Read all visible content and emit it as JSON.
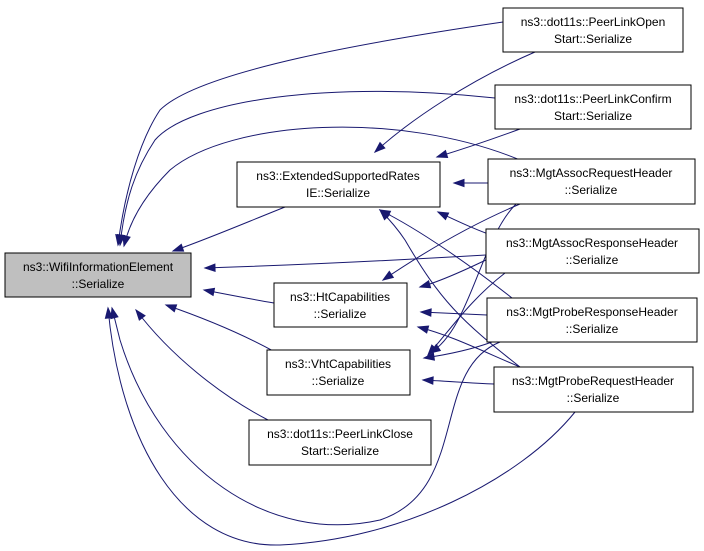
{
  "nodes": [
    {
      "id": "wie",
      "lines": [
        "ns3::WifiInformationElement",
        "::Serialize"
      ],
      "highlight": true
    },
    {
      "id": "esr",
      "lines": [
        "ns3::ExtendedSupportedRates",
        "IE::Serialize"
      ]
    },
    {
      "id": "htc",
      "lines": [
        "ns3::HtCapabilities",
        "::Serialize"
      ]
    },
    {
      "id": "vhtc",
      "lines": [
        "ns3::VhtCapabilities",
        "::Serialize"
      ]
    },
    {
      "id": "plc",
      "lines": [
        "ns3::dot11s::PeerLinkClose",
        "Start::Serialize"
      ]
    },
    {
      "id": "plo",
      "lines": [
        "ns3::dot11s::PeerLinkOpen",
        "Start::Serialize"
      ]
    },
    {
      "id": "plcf",
      "lines": [
        "ns3::dot11s::PeerLinkConfirm",
        "Start::Serialize"
      ]
    },
    {
      "id": "marq",
      "lines": [
        "ns3::MgtAssocRequestHeader",
        "::Serialize"
      ]
    },
    {
      "id": "mars",
      "lines": [
        "ns3::MgtAssocResponseHeader",
        "::Serialize"
      ]
    },
    {
      "id": "mprs",
      "lines": [
        "ns3::MgtProbeResponseHeader",
        "::Serialize"
      ]
    },
    {
      "id": "mprq",
      "lines": [
        "ns3::MgtProbeRequestHeader",
        "::Serialize"
      ]
    }
  ],
  "edges": [
    {
      "from": "plo",
      "to": "wie"
    },
    {
      "from": "plcf",
      "to": "wie"
    },
    {
      "from": "marq",
      "to": "wie"
    },
    {
      "from": "esr",
      "to": "wie"
    },
    {
      "from": "mars",
      "to": "wie"
    },
    {
      "from": "htc",
      "to": "wie"
    },
    {
      "from": "vhtc",
      "to": "wie"
    },
    {
      "from": "plc",
      "to": "wie"
    },
    {
      "from": "mprs",
      "to": "wie"
    },
    {
      "from": "mprq",
      "to": "wie"
    },
    {
      "from": "plo",
      "to": "esr"
    },
    {
      "from": "plcf",
      "to": "esr"
    },
    {
      "from": "marq",
      "to": "esr"
    },
    {
      "from": "mars",
      "to": "esr"
    },
    {
      "from": "mprs",
      "to": "esr"
    },
    {
      "from": "mprq",
      "to": "esr"
    },
    {
      "from": "marq",
      "to": "htc"
    },
    {
      "from": "mars",
      "to": "htc"
    },
    {
      "from": "mprs",
      "to": "htc"
    },
    {
      "from": "mprq",
      "to": "htc"
    },
    {
      "from": "marq",
      "to": "vhtc"
    },
    {
      "from": "mars",
      "to": "vhtc"
    },
    {
      "from": "mprs",
      "to": "vhtc"
    },
    {
      "from": "mprq",
      "to": "vhtc"
    }
  ]
}
